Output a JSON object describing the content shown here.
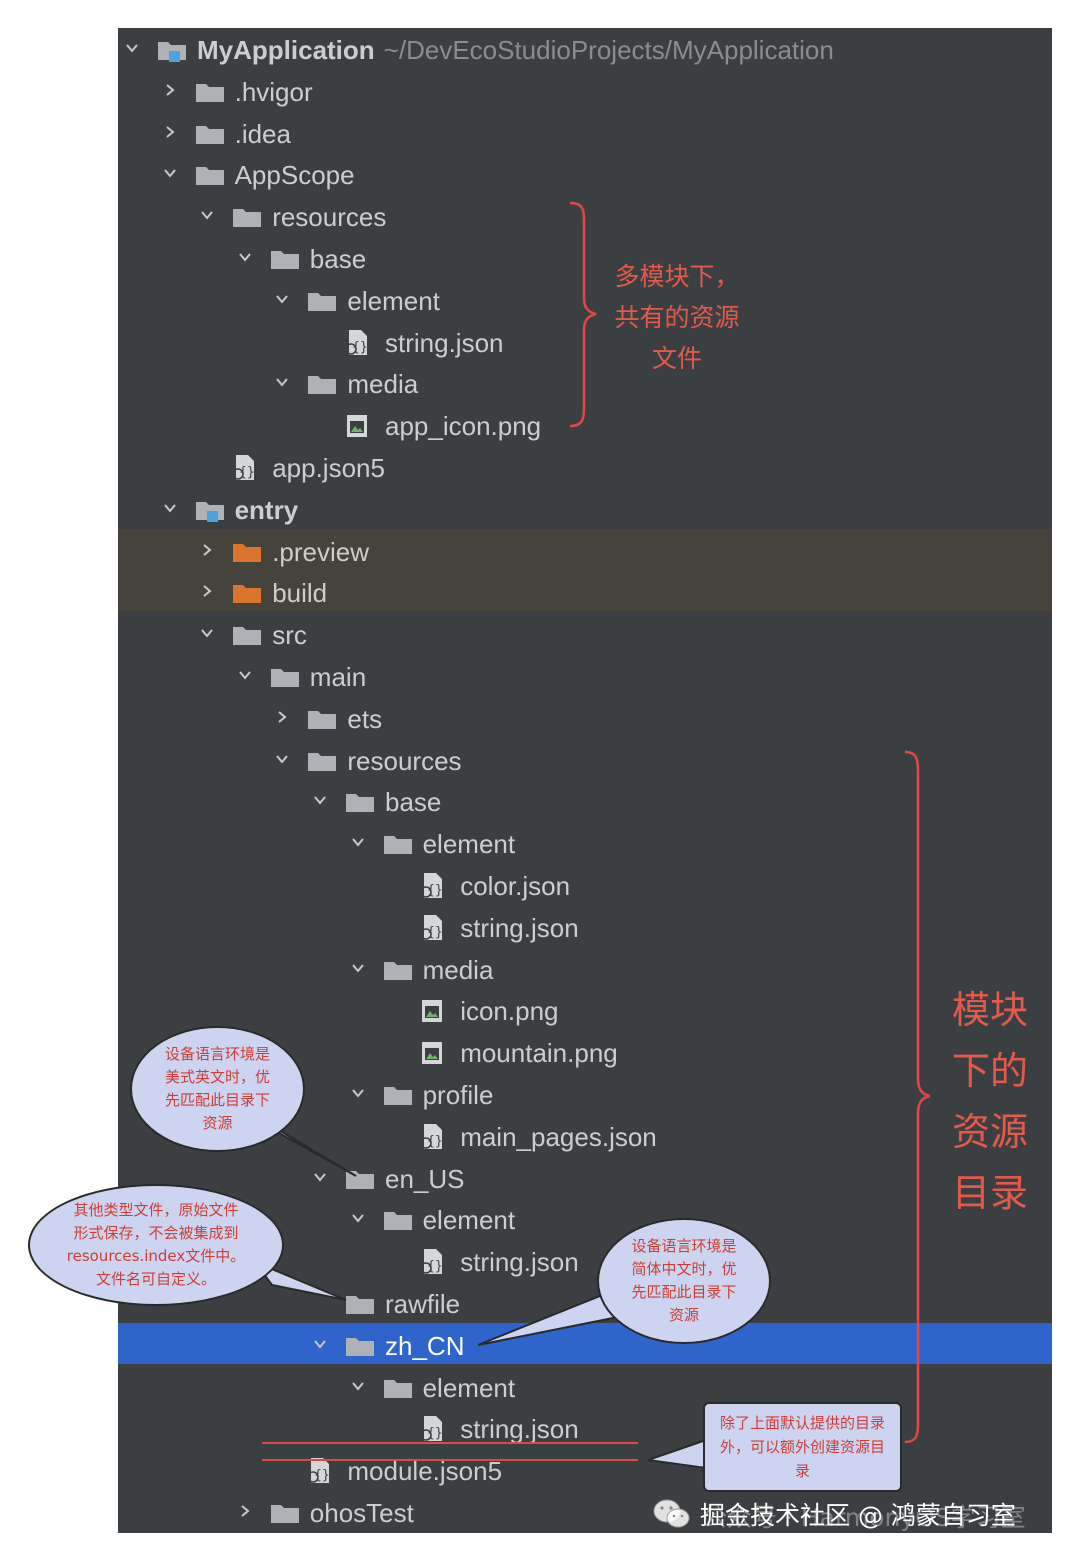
{
  "project": {
    "name": "MyApplication",
    "path": "~/DevEcoStudioProjects/MyApplication"
  },
  "tree": [
    {
      "label": "MyApplication",
      "depth": 0,
      "kind": "module",
      "state": "open",
      "bold": true
    },
    {
      "label": ".hvigor",
      "depth": 1,
      "kind": "folder",
      "state": "closed"
    },
    {
      "label": ".idea",
      "depth": 1,
      "kind": "folder",
      "state": "closed"
    },
    {
      "label": "AppScope",
      "depth": 1,
      "kind": "folder",
      "state": "open"
    },
    {
      "label": "resources",
      "depth": 2,
      "kind": "folder",
      "state": "open"
    },
    {
      "label": "base",
      "depth": 3,
      "kind": "folder",
      "state": "open"
    },
    {
      "label": "element",
      "depth": 4,
      "kind": "folder",
      "state": "open"
    },
    {
      "label": "string.json",
      "depth": 5,
      "kind": "json"
    },
    {
      "label": "media",
      "depth": 4,
      "kind": "folder",
      "state": "open"
    },
    {
      "label": "app_icon.png",
      "depth": 5,
      "kind": "image"
    },
    {
      "label": "app.json5",
      "depth": 2,
      "kind": "json"
    },
    {
      "label": "entry",
      "depth": 1,
      "kind": "module",
      "state": "open",
      "bold": true
    },
    {
      "label": ".preview",
      "depth": 2,
      "kind": "folder-excluded",
      "state": "closed"
    },
    {
      "label": "build",
      "depth": 2,
      "kind": "folder-excluded",
      "state": "closed"
    },
    {
      "label": "src",
      "depth": 2,
      "kind": "folder",
      "state": "open"
    },
    {
      "label": "main",
      "depth": 3,
      "kind": "folder",
      "state": "open"
    },
    {
      "label": "ets",
      "depth": 4,
      "kind": "folder",
      "state": "closed"
    },
    {
      "label": "resources",
      "depth": 4,
      "kind": "folder",
      "state": "open"
    },
    {
      "label": "base",
      "depth": 5,
      "kind": "folder",
      "state": "open"
    },
    {
      "label": "element",
      "depth": 6,
      "kind": "folder",
      "state": "open"
    },
    {
      "label": "color.json",
      "depth": 7,
      "kind": "json"
    },
    {
      "label": "string.json",
      "depth": 7,
      "kind": "json"
    },
    {
      "label": "media",
      "depth": 6,
      "kind": "folder",
      "state": "open"
    },
    {
      "label": "icon.png",
      "depth": 7,
      "kind": "image"
    },
    {
      "label": "mountain.png",
      "depth": 7,
      "kind": "image"
    },
    {
      "label": "profile",
      "depth": 6,
      "kind": "folder",
      "state": "open"
    },
    {
      "label": "main_pages.json",
      "depth": 7,
      "kind": "json"
    },
    {
      "label": "en_US",
      "depth": 5,
      "kind": "folder",
      "state": "open"
    },
    {
      "label": "element",
      "depth": 6,
      "kind": "folder",
      "state": "open"
    },
    {
      "label": "string.json",
      "depth": 7,
      "kind": "json"
    },
    {
      "label": "rawfile",
      "depth": 5,
      "kind": "folder"
    },
    {
      "label": "zh_CN",
      "depth": 5,
      "kind": "folder",
      "state": "open",
      "selected": true
    },
    {
      "label": "element",
      "depth": 6,
      "kind": "folder",
      "state": "open"
    },
    {
      "label": "string.json",
      "depth": 7,
      "kind": "json"
    },
    {
      "label": "module.json5",
      "depth": 4,
      "kind": "json"
    },
    {
      "label": "ohosTest",
      "depth": 3,
      "kind": "folder",
      "state": "closed"
    }
  ],
  "annotations": {
    "shared_resources": [
      "多模块下，",
      "共有的资源",
      "文件"
    ],
    "module_resources": [
      "模块",
      "下的",
      "资源",
      "目录"
    ],
    "en_us_note": [
      "设备语言环境是",
      "美式英文时，优",
      "先匹配此目录下",
      "资源"
    ],
    "rawfile_note": [
      "其他类型文件，原始文件",
      "形式保存，不会被集成到",
      "resources.index文件中。",
      "文件名可自定义。"
    ],
    "zh_cn_note": [
      "设备语言环境是",
      "简体中文时，优",
      "先匹配此目录下",
      "资源"
    ],
    "custom_dir_note": [
      "除了上面默认提供的目录",
      "外，可以额外创建资源目",
      "录"
    ]
  },
  "watermark": {
    "text": "公众号 · HarmonyOS学习室",
    "overlay_text": "掘金技术社区 @ 鸿蒙自习室"
  },
  "colors": {
    "panel_bg": "#3c3f41",
    "selection": "#2f65ca",
    "excluded_band": "#45433b",
    "folder": "#aeb2b6",
    "excluded_folder": "#d9752f",
    "text": "#cdcdcd",
    "annotation_red": "#e25a4b",
    "bubble_fill": "#ccd4ef"
  }
}
